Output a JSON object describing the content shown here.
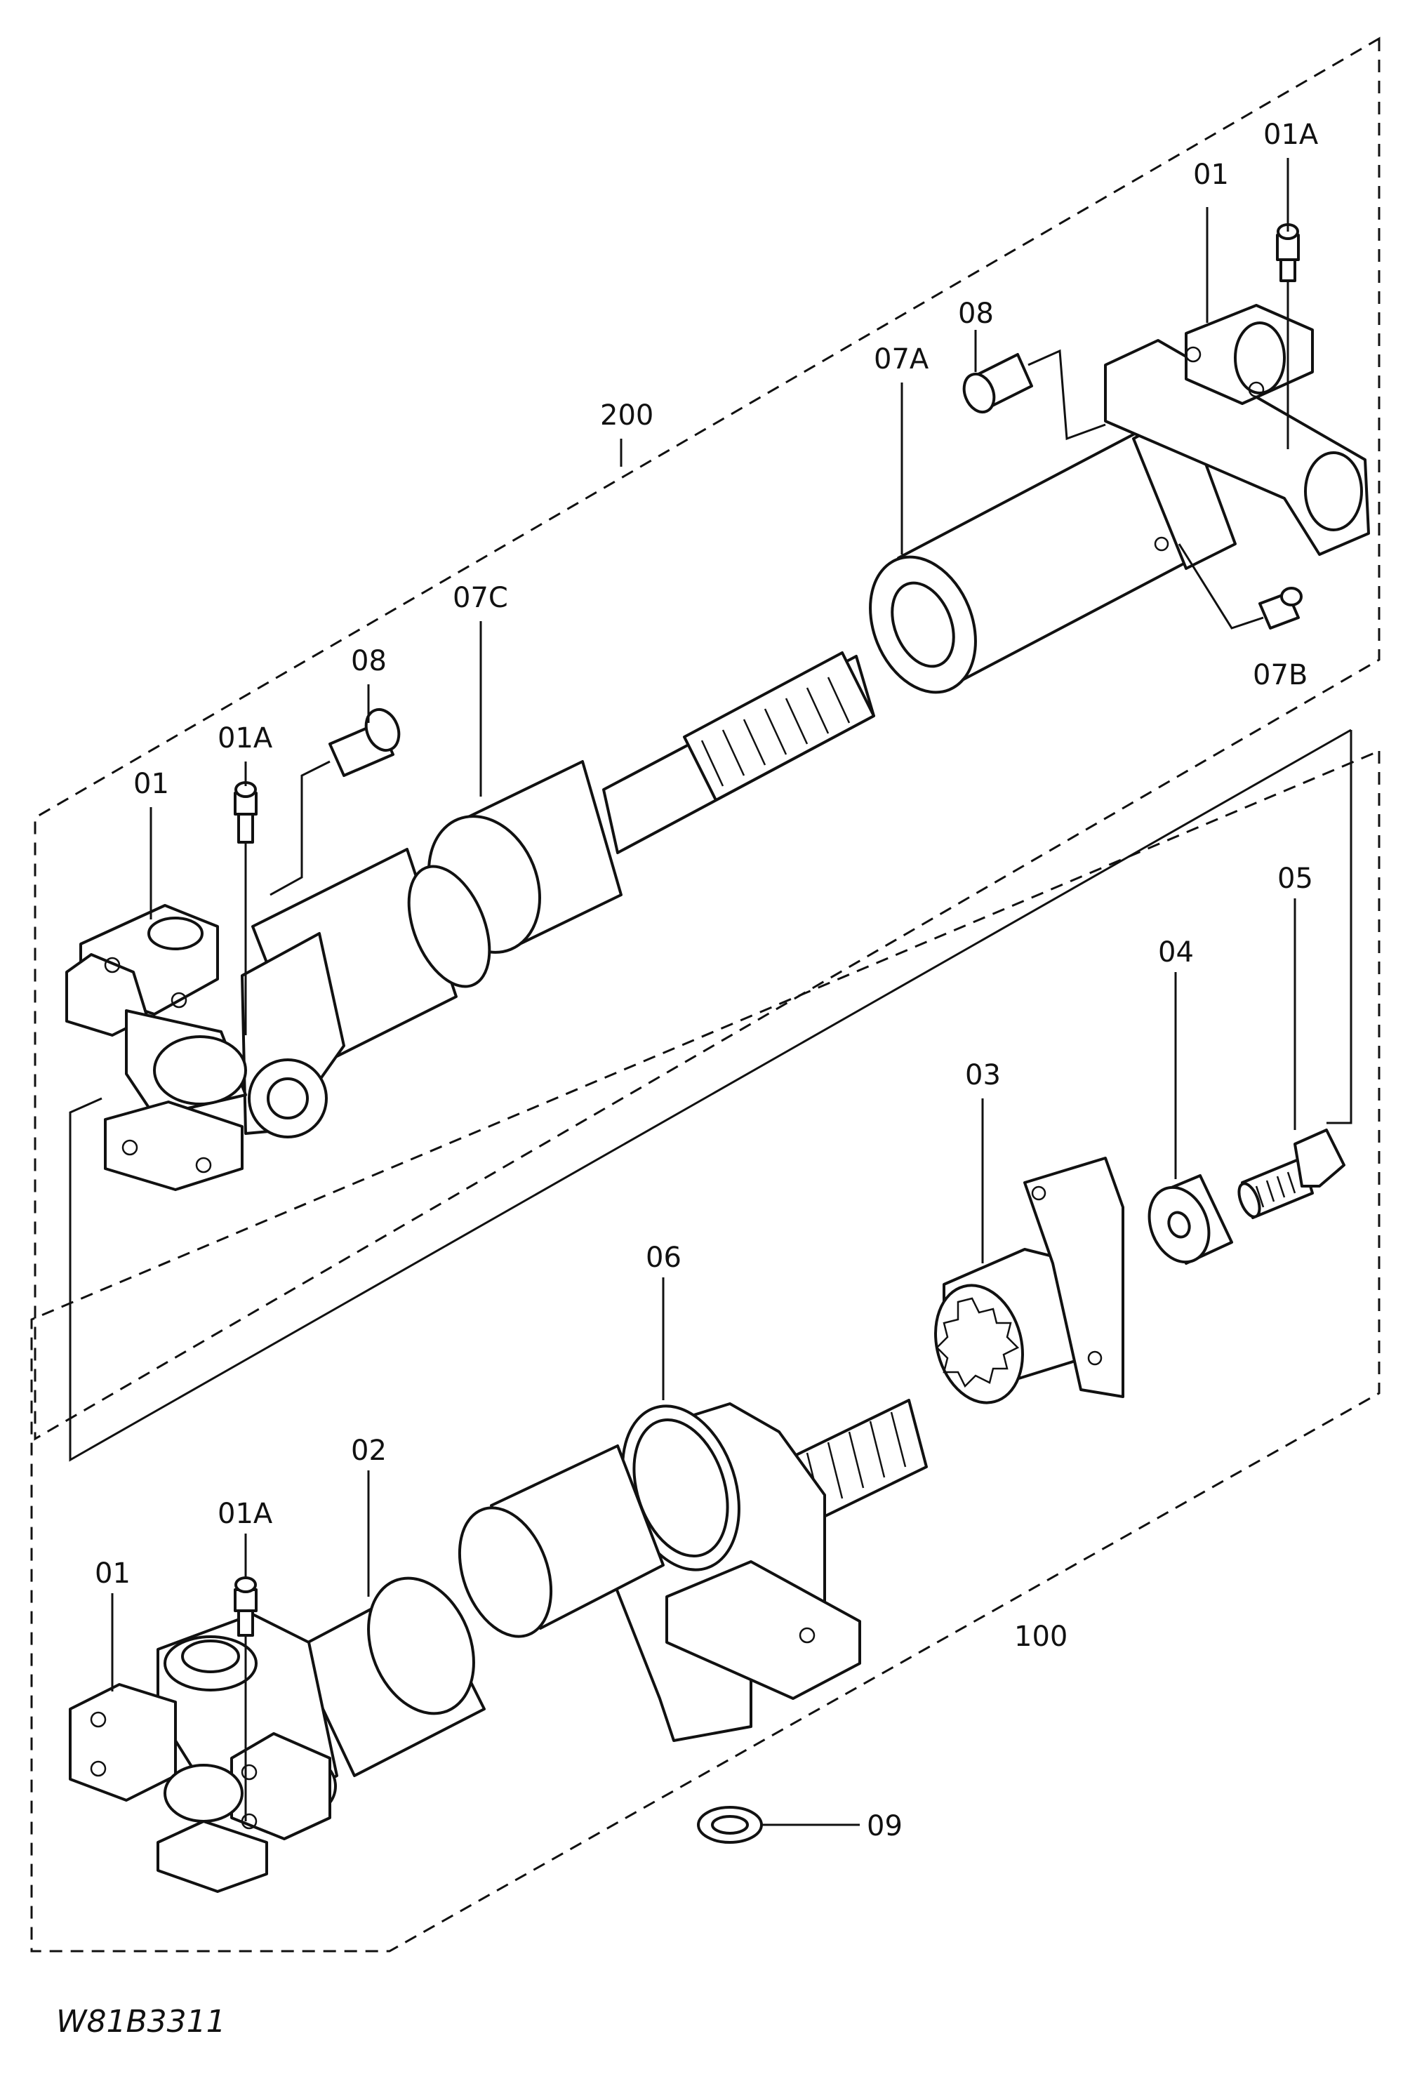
{
  "drawing_code": "W81B3311",
  "labels": {
    "upper_01": "01",
    "upper_01a_right": "01A",
    "upper_08_right": "08",
    "upper_07a": "07A",
    "upper_200": "200",
    "upper_07c": "07C",
    "upper_08_left": "08",
    "upper_01a_left": "01A",
    "upper_01_left": "01",
    "upper_07b": "07B",
    "lower_05": "05",
    "lower_04": "04",
    "lower_03": "03",
    "lower_06": "06",
    "lower_02": "02",
    "lower_01a": "01A",
    "lower_01": "01",
    "lower_100": "100",
    "lower_09": "09"
  }
}
